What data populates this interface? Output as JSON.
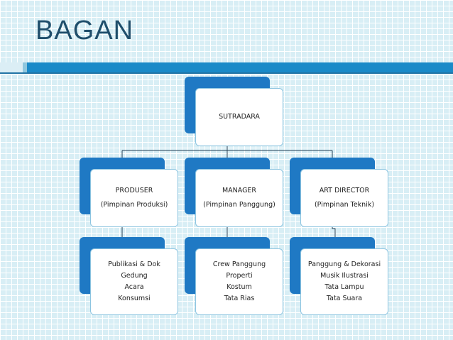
{
  "slide": {
    "title": "BAGAN"
  },
  "chart": {
    "root": {
      "label": "SUTRADARA"
    },
    "columns": [
      {
        "head": "PRODUSER",
        "role": "(Pimpinan Produksi)",
        "tasks": [
          "Publikasi & Dok",
          "Gedung",
          "Acara",
          "Konsumsi"
        ]
      },
      {
        "head": "MANAGER",
        "role": "(Pimpinan Panggung)",
        "tasks": [
          "Crew Panggung",
          "Properti",
          "Kostum",
          "Tata Rias"
        ]
      },
      {
        "head": "ART DIRECTOR",
        "role": "(Pimpinan Teknik)",
        "tasks": [
          "Panggung & Dekorasi",
          "Musik Ilustrasi",
          "Tata Lampu",
          "Tata Suara"
        ]
      }
    ]
  }
}
